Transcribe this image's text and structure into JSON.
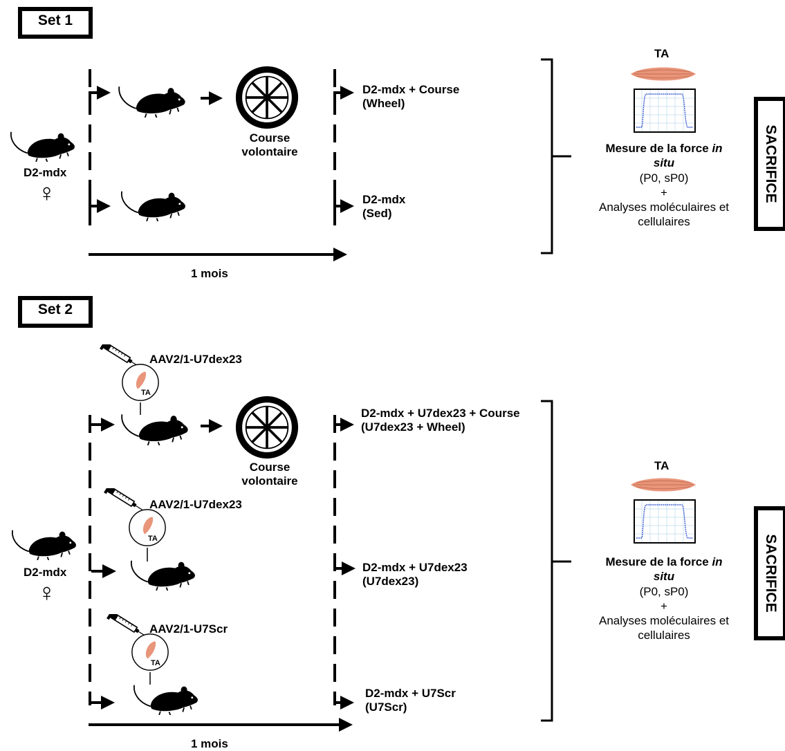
{
  "set1": {
    "label": "Set 1",
    "start_group": "D2-mdx",
    "sex_symbol": "♀",
    "wheel_label_line1": "Course",
    "wheel_label_line2": "volontaire",
    "group1_line1": "D2-mdx + Course",
    "group1_line2": "(Wheel)",
    "group2_line1": "D2-mdx",
    "group2_line2": "(Sed)",
    "duration": "1 mois",
    "muscle": "TA",
    "measure_line1": "Mesure de la force",
    "measure_in": "in",
    "measure_line2": "situ",
    "measure_line3": "(P0, sP0)",
    "plus": "+",
    "analyses_line1": "Analyses moléculaires et",
    "analyses_line2": "cellulaires",
    "sacrifice": "SACRIFICE"
  },
  "set2": {
    "label": "Set 2",
    "start_group": "D2-mdx",
    "sex_symbol": "♀",
    "injection1": "AAV2/1-U7dex23",
    "injection2": "AAV2/1-U7dex23",
    "injection3": "AAV2/1-U7Scr",
    "injection_site": "TA",
    "wheel_label_line1": "Course",
    "wheel_label_line2": "volontaire",
    "group1_line1": "D2-mdx + U7dex23 + Course",
    "group1_line2": "(U7dex23 + Wheel)",
    "group2_line1": "D2-mdx + U7dex23",
    "group2_line2": "(U7dex23)",
    "group3_line1": "D2-mdx + U7Scr",
    "group3_line2": "(U7Scr)",
    "duration": "1 mois",
    "muscle": "TA",
    "measure_line1": "Mesure de la force",
    "measure_in": "in",
    "measure_line2": "situ",
    "measure_line3": "(P0, sP0)",
    "plus": "+",
    "analyses_line1": "Analyses moléculaires et",
    "analyses_line2": "cellulaires",
    "sacrifice": "SACRIFICE"
  },
  "colors": {
    "muscle": "#e8957a",
    "plot_grid": "#cfe3f2",
    "plot_trace": "#3a5bd0"
  }
}
